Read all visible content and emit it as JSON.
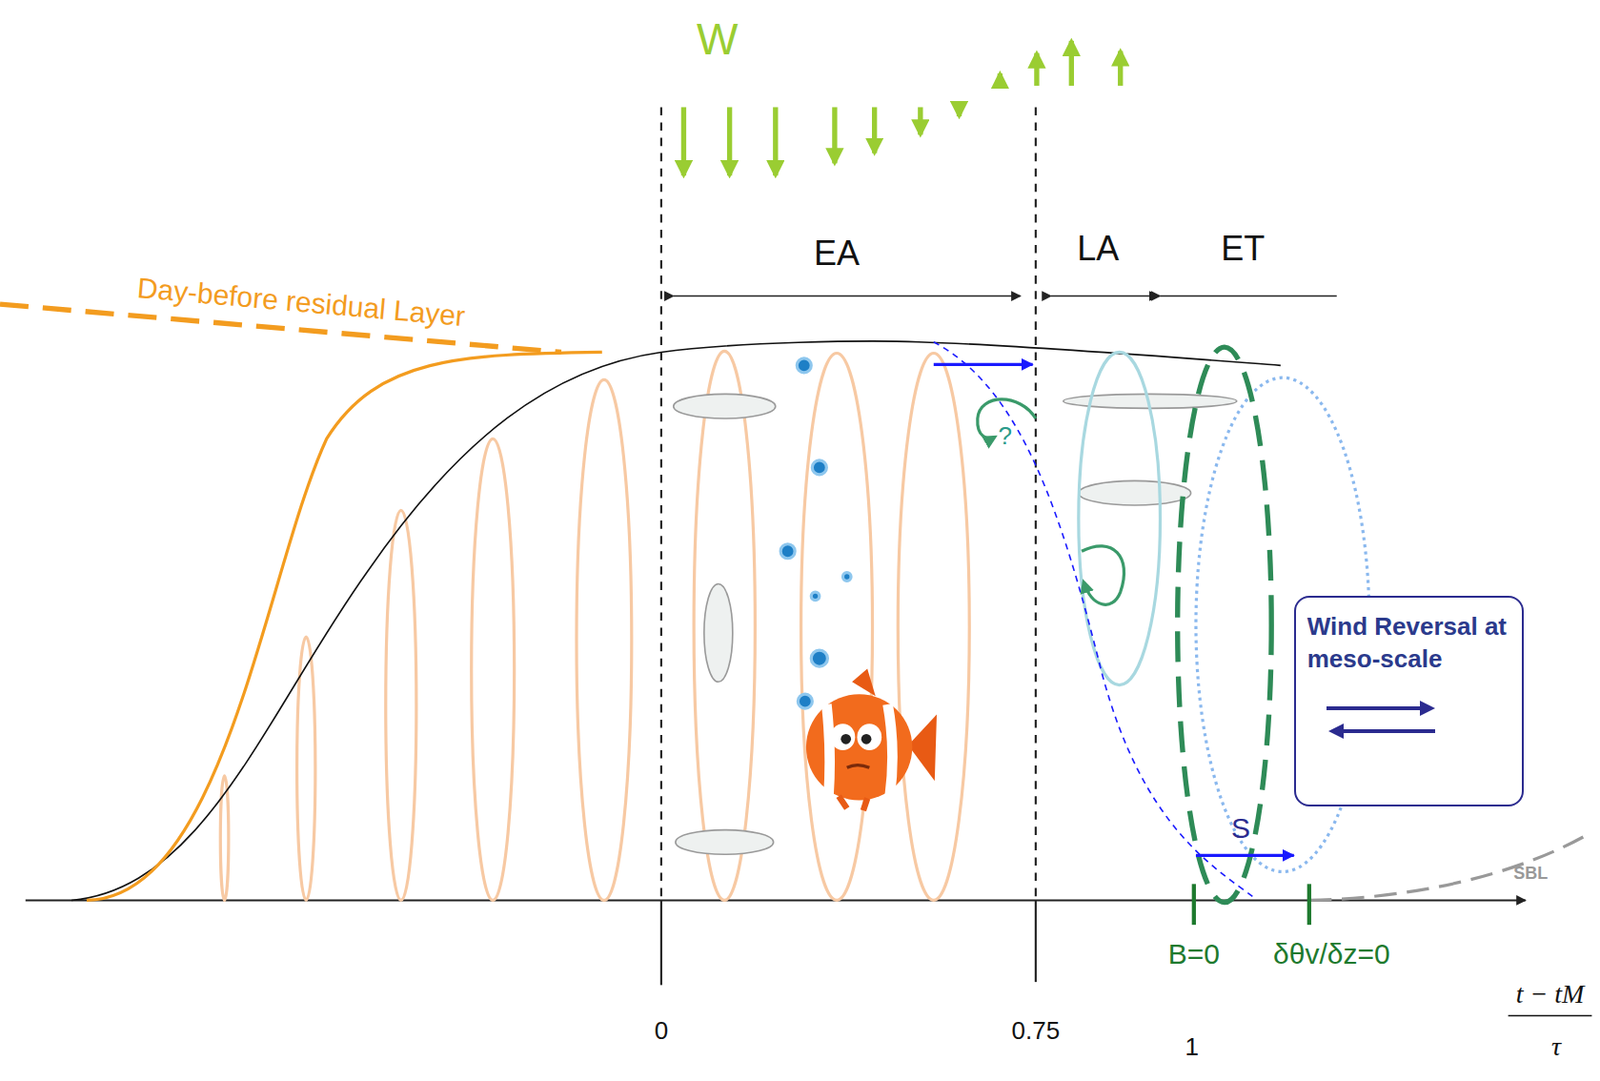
{
  "diagram": {
    "nodes": [
      {
        "text": [
          "Wind Reversal at meso-scale"
        ]
      }
    ],
    "labels": [
      "W",
      "EA",
      "LA",
      "ET",
      "Day-before residual Layer",
      "?",
      "S",
      "SBL",
      "B=0",
      "δθv/δz=0",
      "0",
      "0.75",
      "1",
      "t − tM",
      "τ"
    ]
  }
}
